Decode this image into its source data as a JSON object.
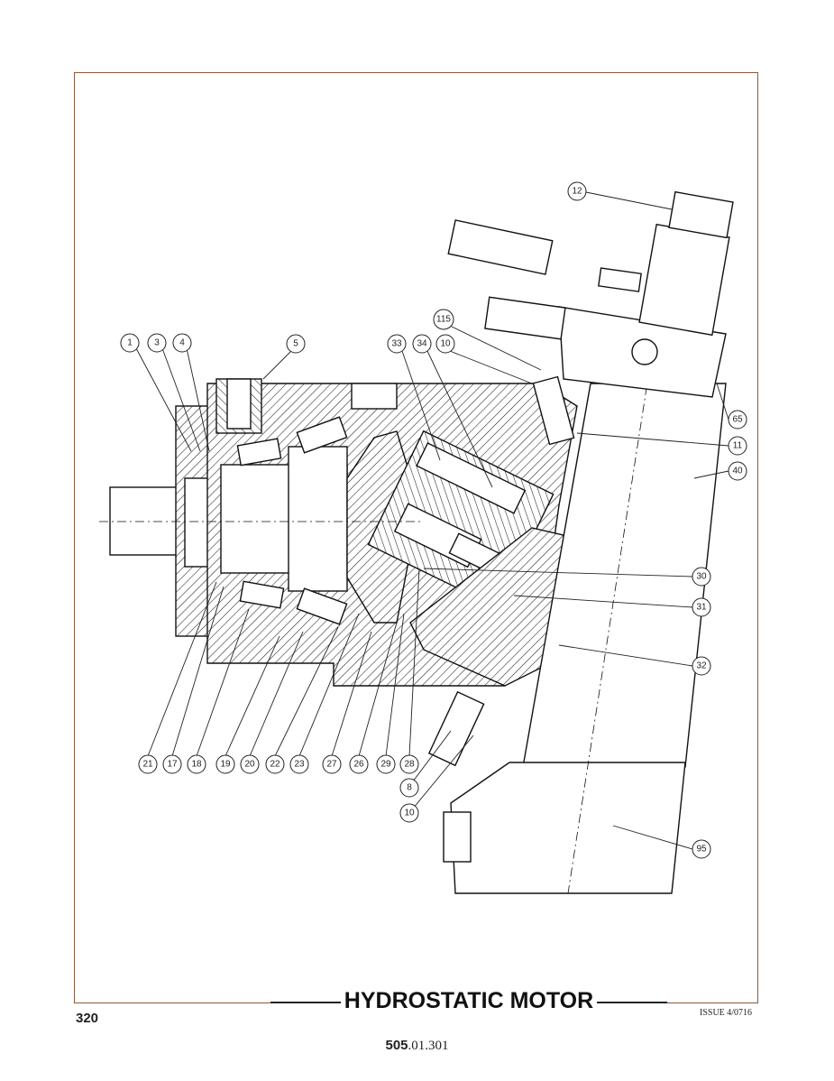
{
  "page": {
    "title": "HYDROSTATIC MOTOR",
    "page_number": "320",
    "issue": "ISSUE 4/0716",
    "doc_code_bold": "505",
    "doc_code_rest": ".01.301"
  },
  "callouts": [
    "1",
    "3",
    "4",
    "5",
    "33",
    "34",
    "10",
    "115",
    "12",
    "65",
    "11",
    "40",
    "30",
    "31",
    "32",
    "95",
    "21",
    "17",
    "18",
    "19",
    "20",
    "22",
    "23",
    "27",
    "26",
    "29",
    "28",
    "8",
    "10"
  ]
}
